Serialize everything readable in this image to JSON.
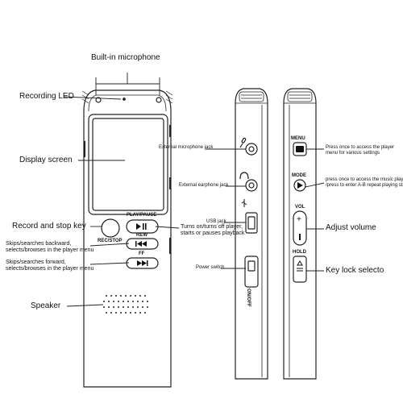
{
  "labels": {
    "builtin_mic": "Built-in microphone",
    "recording_led": "Recording LED",
    "display_screen": "Display screen",
    "record_stop_key": "Record and stop key",
    "skip_back": "Skips/searches backward,\nselects/browses in the player menu",
    "skip_fwd": "Skips/searches forward,\nselects/browses in the player menu",
    "speaker": "Speaker",
    "play_pause_desc": "Turns on/turns off player,\nstarts or pauses playback",
    "ext_mic_jack": "External microphone jack",
    "ext_earphone_jack": "External earphone jack",
    "usb_jack": "USB jack",
    "power_switch": "Power switch",
    "menu_desc": "Press once to access the player\nmenu for various settings",
    "mode_desc": "press once to access the music player\n/press to enter A-B repeat playing state",
    "adjust_volume": "Adjust volume",
    "key_lock": "Key lock selecto"
  },
  "device": {
    "play_pause": "PLAY/PAUSE",
    "rec_stop": "REC/STOP",
    "rew": "REW",
    "ff": "FF",
    "menu": "MENU",
    "mode": "MODE",
    "vol": "VOL",
    "hold": "HOLD",
    "onoff": "ON/OFF"
  },
  "icons": {
    "play_pause": "play-pause-icon",
    "rewind": "rewind-icon",
    "fast_forward": "fast-forward-icon",
    "microphone": "microphone-icon",
    "headphones": "headphones-icon",
    "usb": "usb-icon",
    "menu_key": "menu-key-icon",
    "mode_key": "mode-play-icon",
    "plus": "plus-icon",
    "minus": "minus-icon",
    "lock": "lock-icon"
  }
}
